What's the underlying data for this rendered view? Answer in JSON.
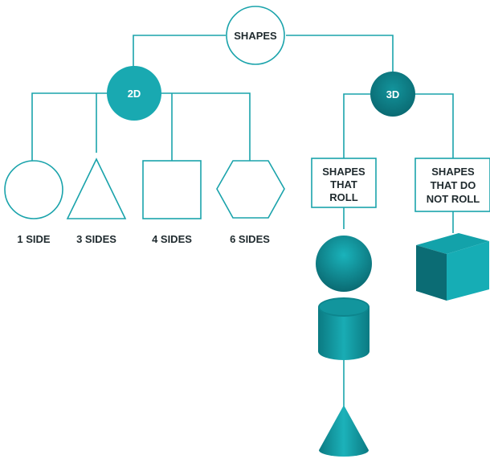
{
  "diagram": {
    "root": {
      "label": "SHAPES"
    },
    "branch_2d": {
      "label": "2D",
      "children": [
        {
          "shape": "circle",
          "caption": "1 SIDE"
        },
        {
          "shape": "triangle",
          "caption": "3 SIDES"
        },
        {
          "shape": "square",
          "caption": "4 SIDES"
        },
        {
          "shape": "hexagon",
          "caption": "6 SIDES"
        }
      ]
    },
    "branch_3d": {
      "label": "3D",
      "roll": {
        "lines": [
          "SHAPES",
          "THAT",
          "ROLL"
        ]
      },
      "no_roll": {
        "lines": [
          "SHAPES",
          "THAT DO",
          "NOT ROLL"
        ]
      },
      "roll_examples": [
        "sphere",
        "cylinder",
        "cone"
      ],
      "no_roll_examples": [
        "cube"
      ]
    }
  },
  "colors": {
    "teal": "#19a9b1",
    "teal_dark": "#0e7a83",
    "line": "#1aa3ab",
    "text": "#1f2a2e"
  }
}
